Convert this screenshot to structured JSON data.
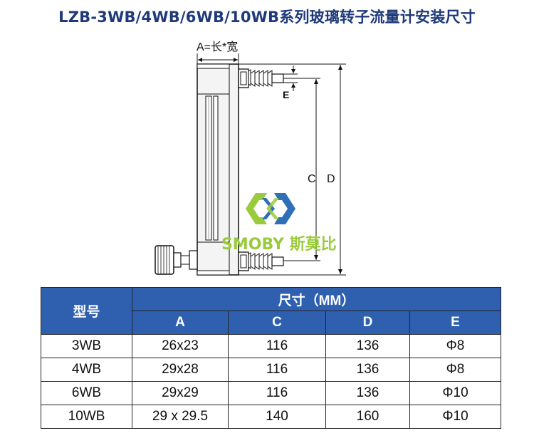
{
  "title": "LZB-3WB/4WB/6WB/10WB系列玻璃转子流量计安装尺寸",
  "diagram": {
    "label_a": "A=长*宽",
    "label_c": "C",
    "label_d": "D",
    "label_e": "E",
    "logo_text": "SMOBY 斯莫比",
    "colors": {
      "logo_green": "#9acb3c",
      "logo_blue": "#2f6fb8"
    }
  },
  "table": {
    "header_model": "型号",
    "header_size": "尺寸（MM）",
    "columns": [
      "A",
      "C",
      "D",
      "E"
    ],
    "rows": [
      {
        "model": "3WB",
        "a": "26x23",
        "c": "116",
        "d": "136",
        "e": "Φ8"
      },
      {
        "model": "4WB",
        "a": "29x28",
        "c": "116",
        "d": "136",
        "e": "Φ8"
      },
      {
        "model": "6WB",
        "a": "29x29",
        "c": "116",
        "d": "136",
        "e": "Φ10"
      },
      {
        "model": "10WB",
        "a": "29 x 29.5",
        "c": "140",
        "d": "160",
        "e": "Φ10"
      }
    ],
    "header_color": "#2f60b0"
  }
}
